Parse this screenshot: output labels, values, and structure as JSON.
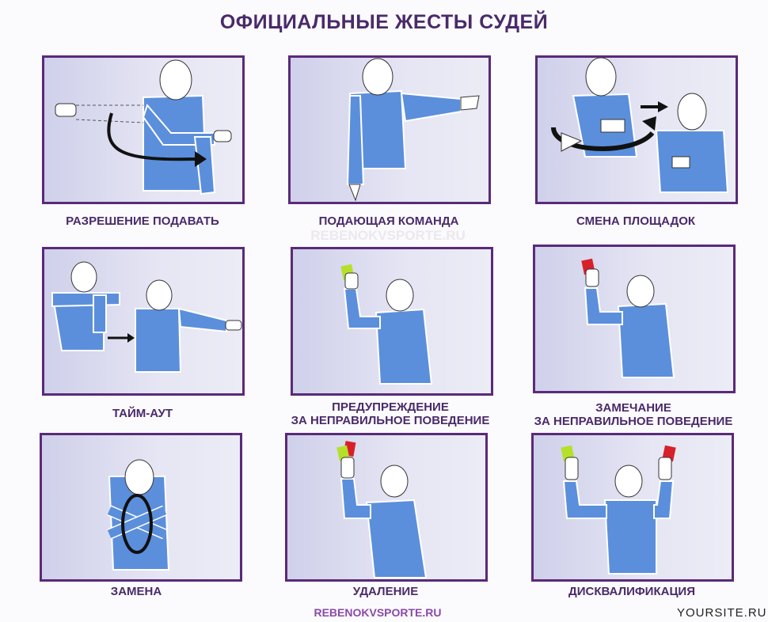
{
  "title": "ОФИЦИАЛЬНЫЕ ЖЕСТЫ СУДЕЙ",
  "gestures": [
    {
      "label": "РАЗРЕШЕНИЕ ПОДАВАТЬ"
    },
    {
      "label": "ПОДАЮЩАЯ КОМАНДА"
    },
    {
      "label": "СМЕНА ПЛОЩАДОК"
    },
    {
      "label": "ТАЙМ-АУТ"
    },
    {
      "label": "ПРЕДУПРЕЖДЕНИЕ",
      "label2": "ЗА НЕПРАВИЛЬНОЕ ПОВЕДЕНИЕ"
    },
    {
      "label": "ЗАМЕЧАНИЕ",
      "label2": "ЗА НЕПРАВИЛЬНОЕ ПОВЕДЕНИЕ"
    },
    {
      "label": "ЗАМЕНА"
    },
    {
      "label": "УДАЛЕНИЕ"
    },
    {
      "label": "ДИСКВАЛИФИКАЦИЯ"
    }
  ],
  "watermark_center": "REBENOKVSPORTE.RU",
  "footer_site": "REBENOKVSPORTE.RU",
  "watermark_corner": "YOURSITE.RU",
  "colors": {
    "title": "#4a2a6a",
    "frame": "#5a2a78",
    "shirt": "#5b8fdc",
    "yellow_card": "#b5e02a",
    "red_card": "#d8202a"
  }
}
